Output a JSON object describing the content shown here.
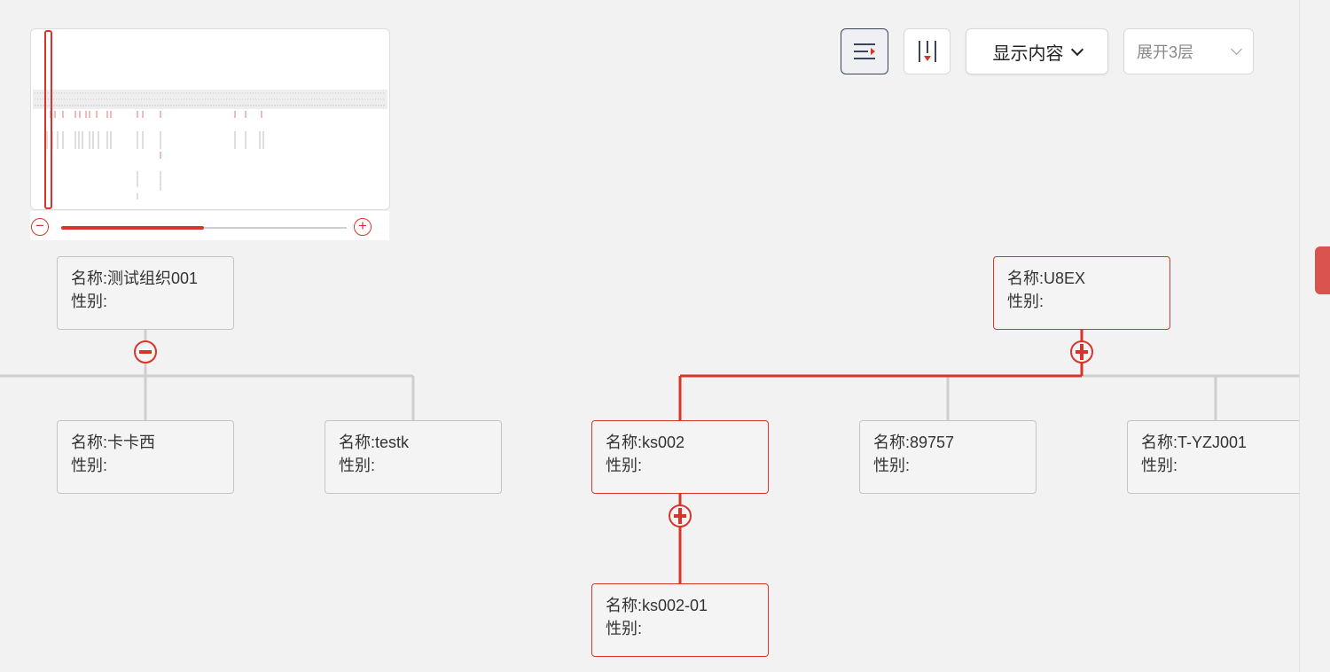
{
  "toolbar": {
    "list_button_icon": "align-list-icon",
    "columns_button_icon": "columns-icon",
    "display_label": "显示内容",
    "levels_value": "展开3层",
    "accent_color": "#d9342b"
  },
  "minimap": {
    "zoom_out_icon": "minus-circle-icon",
    "zoom_in_icon": "plus-circle-icon",
    "zoom_level": 0.5
  },
  "tree": {
    "root_left": {
      "name": "名称:测试组织001",
      "gender": "性别:"
    },
    "left_children": [
      {
        "name": "名称:卡卡西",
        "gender": "性别:"
      },
      {
        "name": "名称:testk",
        "gender": "性别:"
      }
    ],
    "root_right": {
      "name": "名称:U8EX",
      "gender": "性别:"
    },
    "right_children": [
      {
        "name": "名称:ks002",
        "gender": "性别:"
      },
      {
        "name": "名称:89757",
        "gender": "性别:"
      },
      {
        "name": "名称:T-YZJ001",
        "gender": "性别:"
      }
    ],
    "grandchild": {
      "name": "名称:ks002-01",
      "gender": "性别:"
    }
  }
}
